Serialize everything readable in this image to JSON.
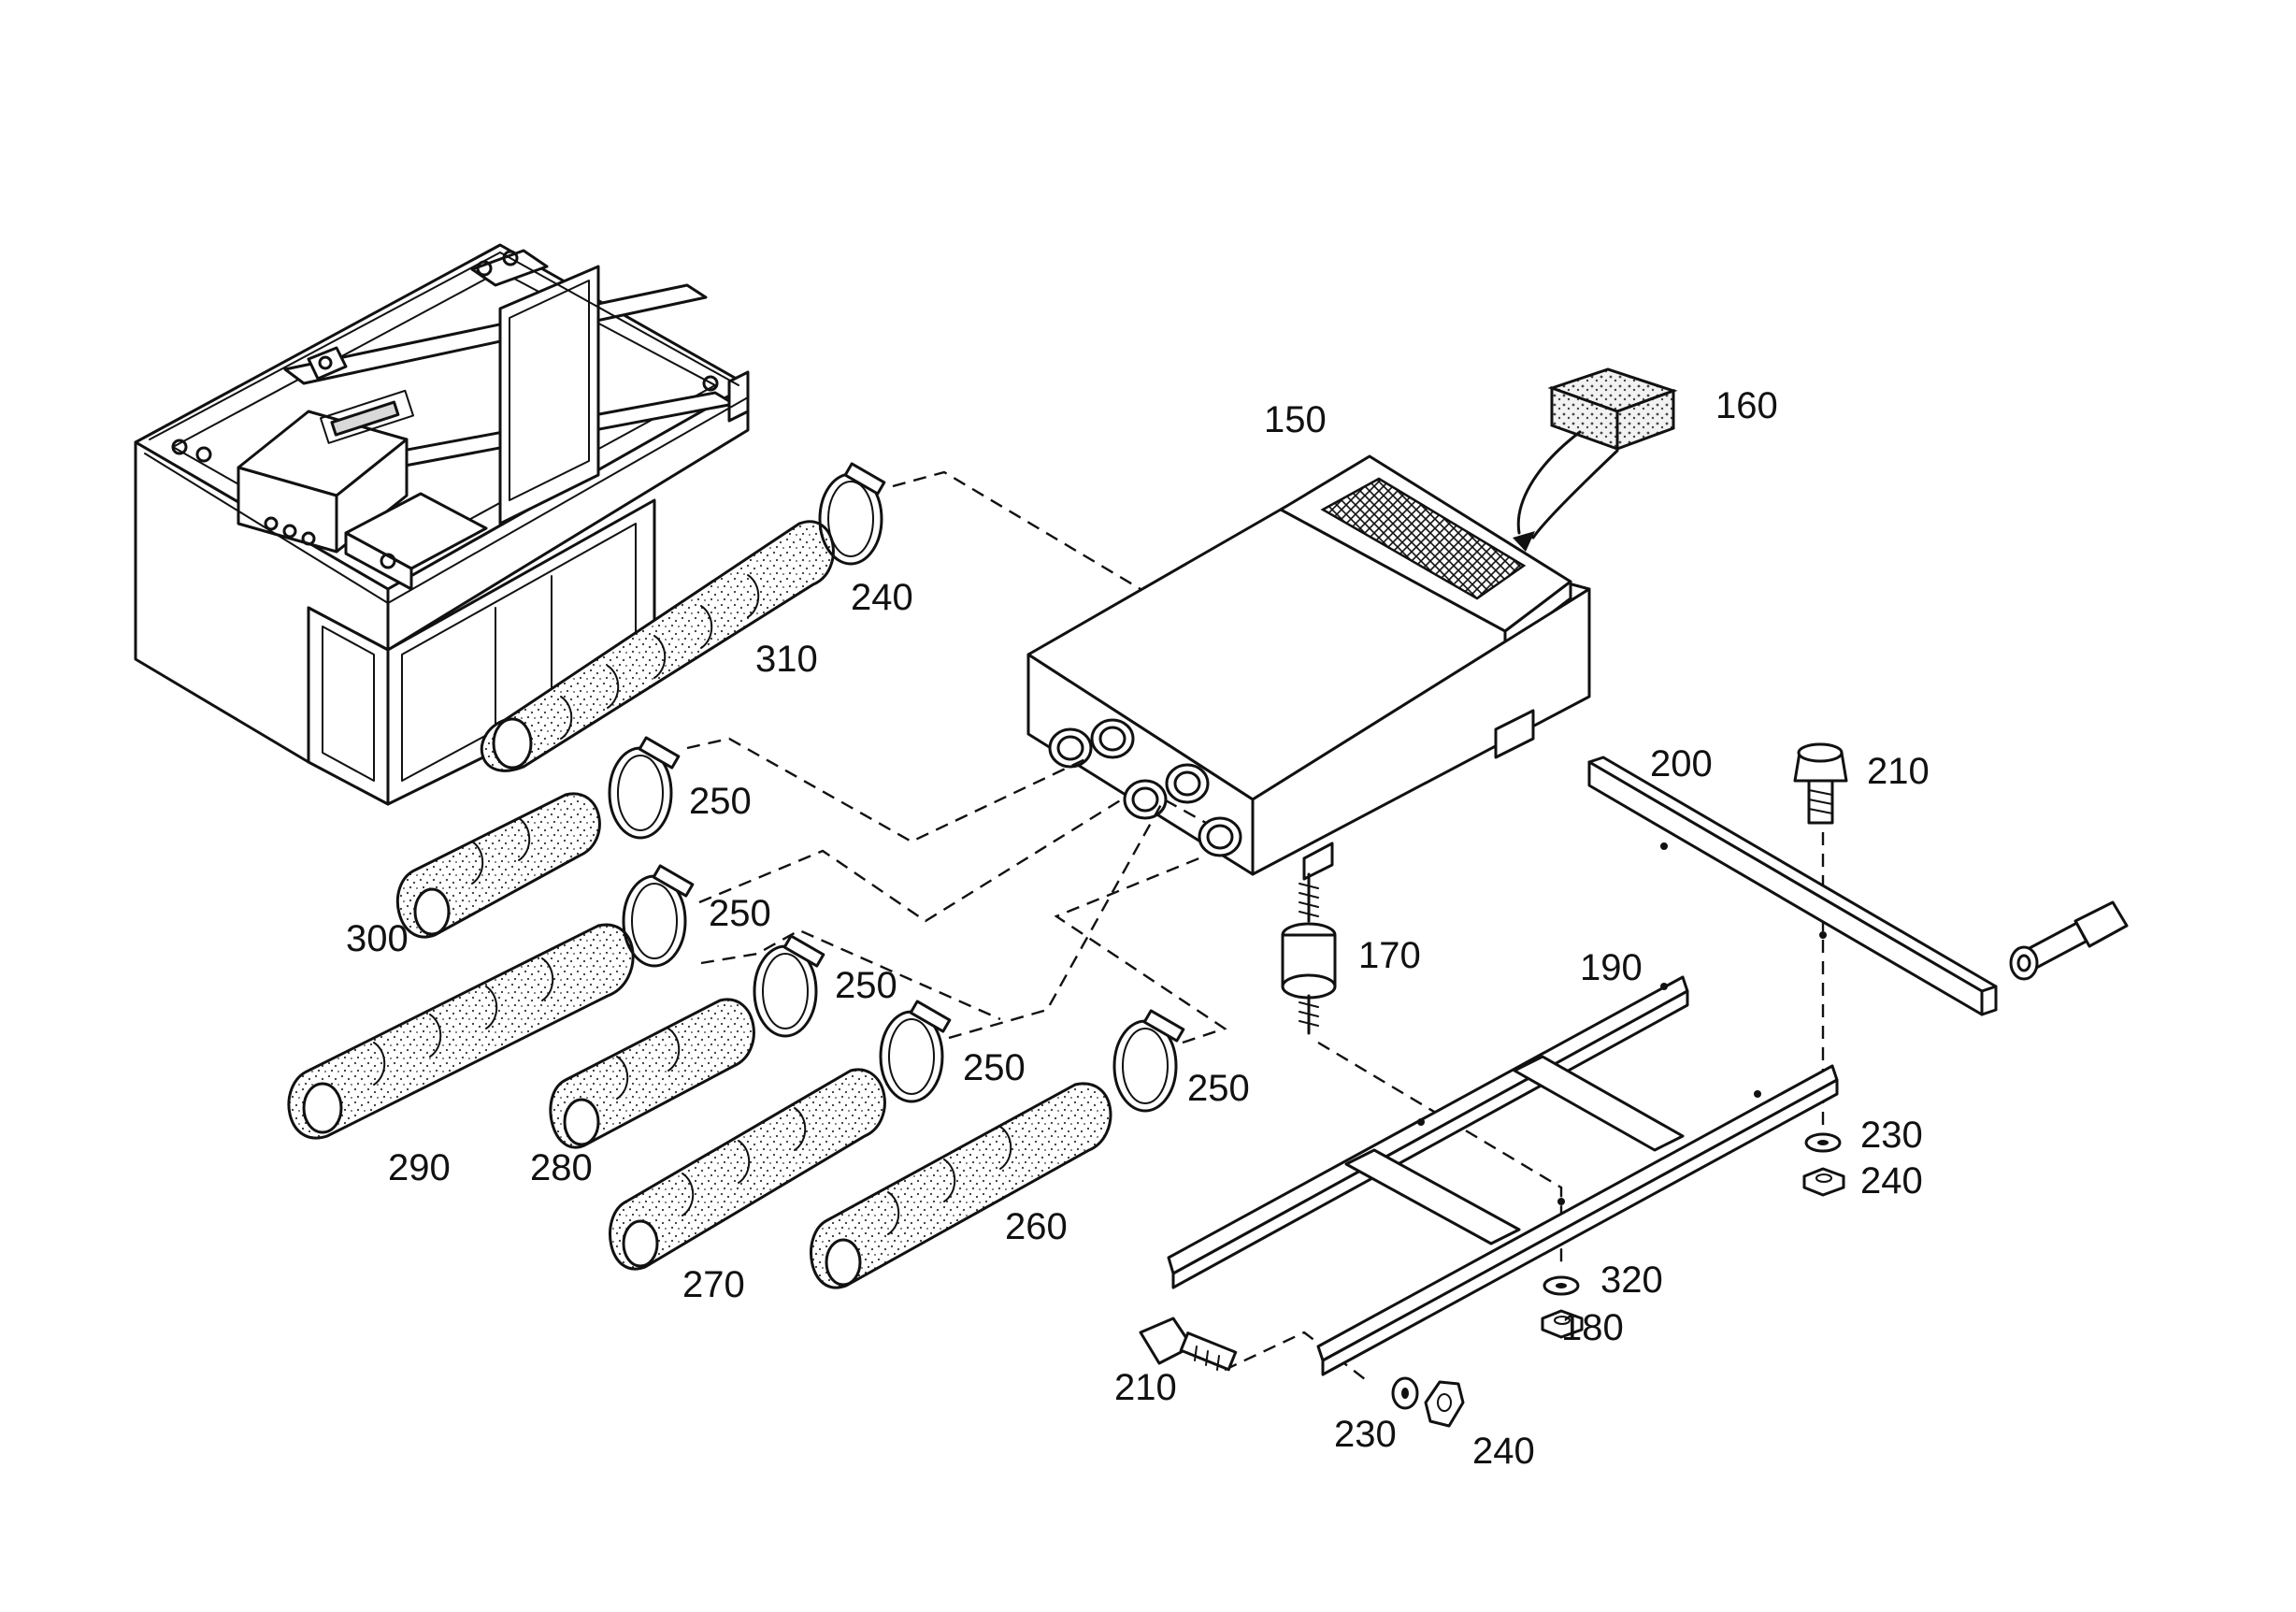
{
  "callouts": {
    "c150": "150",
    "c160": "160",
    "c170": "170",
    "c180": "180",
    "c190": "190",
    "c200": "200",
    "c210_bolt_vertical": "210",
    "c210_bolt_lower": "210",
    "c230_right": "230",
    "c230_lower": "230",
    "c240_top_clamp": "240",
    "c240_right": "240",
    "c240_lower": "240",
    "c250_a": "250",
    "c250_b": "250",
    "c250_c": "250",
    "c250_d": "250",
    "c250_e": "250",
    "c260": "260",
    "c270": "270",
    "c280": "280",
    "c290": "290",
    "c300": "300",
    "c310": "310",
    "c320": "320"
  }
}
